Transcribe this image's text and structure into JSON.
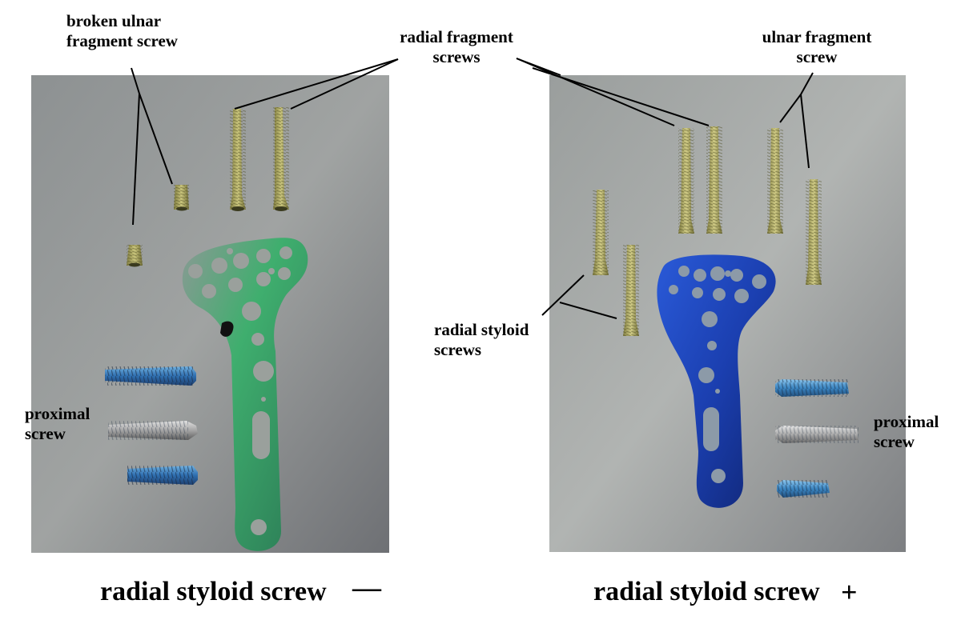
{
  "figure": {
    "panels": [
      {
        "id": "left",
        "plate_color": "#3f9a6a",
        "caption": "radial styloid screw",
        "sign": "—",
        "labels": {
          "broken_ulnar": [
            "broken ulnar",
            "fragment screw"
          ],
          "proximal": [
            "proximal",
            "screw"
          ]
        }
      },
      {
        "id": "right",
        "plate_color": "#1b3fb0",
        "caption": "radial styloid screw",
        "sign": "+",
        "labels": {
          "ulnar_fragment": [
            "ulnar fragment",
            "screw"
          ],
          "radial_styloid": [
            "radial styloid",
            "screws"
          ],
          "proximal": [
            "proximal",
            "screw"
          ]
        }
      }
    ],
    "shared_labels": {
      "radial_fragment": [
        "radial fragment",
        "screws"
      ]
    },
    "colors": {
      "background_photo": "#8f9393",
      "gold_screw": "#b8b46a",
      "blue_screw": "#3a84c0",
      "silver_screw": "#b8b8b8"
    }
  }
}
